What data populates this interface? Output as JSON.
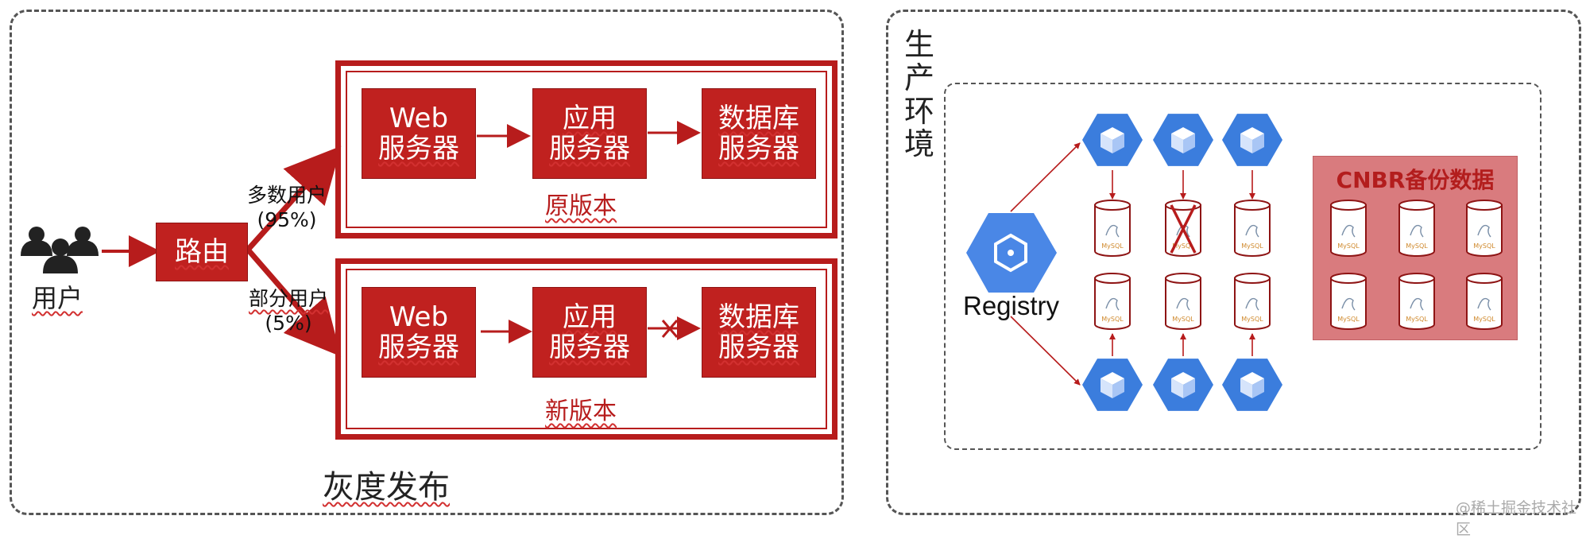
{
  "left_panel": {
    "caption": "灰度发布",
    "users_label": "用户",
    "router_label": "路由",
    "majority": {
      "line1": "多数用户",
      "line2": "(95%)"
    },
    "minority": {
      "line1": "部分用户",
      "line2": "(5%)"
    },
    "web_server": {
      "line1": "Web",
      "line2": "服务器"
    },
    "app_server": {
      "line1": "应用",
      "line2": "服务器"
    },
    "db_server": {
      "line1": "数据库",
      "line2": "服务器"
    },
    "old_version": "原版本",
    "new_version": "新版本"
  },
  "right_panel": {
    "title_chars": [
      "生",
      "产",
      "环",
      "境"
    ],
    "registry_label": "Registry",
    "backup_title": "CNBR备份数据",
    "db_label": "MySQL"
  },
  "watermark": "@稀土掘金技术社区",
  "colors": {
    "primary_red": "#c0211f",
    "frame_red": "#b71c1c",
    "backup_bg": "#d97b7e",
    "hex_blue": "#3b7ddd"
  }
}
